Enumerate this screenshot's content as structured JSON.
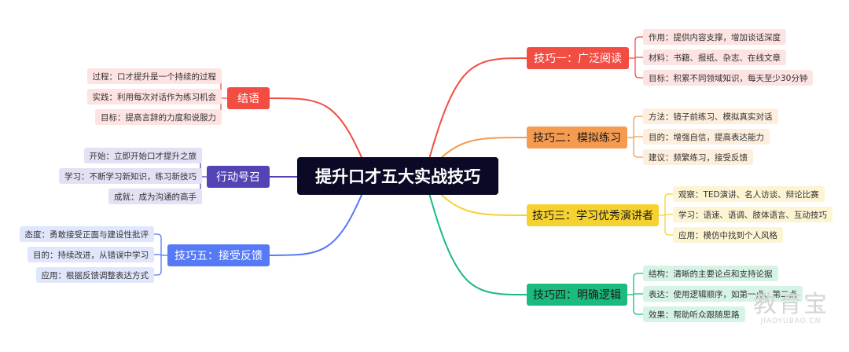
{
  "center": {
    "label": "提升口才五大实战技巧"
  },
  "branches": [
    {
      "id": "b1",
      "label": "技巧一：广泛阅读",
      "color": "#f24d43",
      "leafBg": "#fde3e2",
      "textColor": "#ffffff",
      "leaves": [
        "作用：提供内容支撑，增加谈话深度",
        "材料：书籍、报纸、杂志、在线文章",
        "目标：积累不同领域知识，每天至少30分钟"
      ]
    },
    {
      "id": "b2",
      "label": "技巧二：模拟练习",
      "color": "#f59b50",
      "leafBg": "#fdeedd",
      "textColor": "#1a1a1a",
      "leaves": [
        "方法：镜子前练习、模拟真实对话",
        "目的：增强自信，提高表达能力",
        "建议：频繁练习，接受反馈"
      ]
    },
    {
      "id": "b3",
      "label": "技巧三：学习优秀演讲者",
      "color": "#f6d230",
      "leafBg": "#fdf4d3",
      "textColor": "#1a1a1a",
      "leaves": [
        "观察：TED演讲、名人访谈、辩论比赛",
        "学习：语速、语调、肢体语言、互动技巧",
        "应用：模仿中找到个人风格"
      ]
    },
    {
      "id": "b4",
      "label": "技巧四：明确逻辑",
      "color": "#1bbb7e",
      "leafBg": "#d6f4e6",
      "textColor": "#1a1a1a",
      "leaves": [
        "结构：清晰的主要论点和支持论据",
        "表达：使用逻辑顺序，如第一点、第二点",
        "效果：帮助听众跟随思路"
      ]
    },
    {
      "id": "b5",
      "label": "技巧五：接受反馈",
      "color": "#5679f6",
      "leafBg": "#e0e6fc",
      "textColor": "#ffffff",
      "leaves": [
        "态度：勇敢接受正面与建设性批评",
        "目的：持续改进，从错误中学习",
        "应用：根据反馈调整表达方式"
      ]
    },
    {
      "id": "b6",
      "label": "行动号召",
      "color": "#5244b5",
      "leafBg": "#e3e1f4",
      "textColor": "#ffffff",
      "leaves": [
        "开始：立即开始口才提升之旅",
        "学习：不断学习新知识，练习新技巧",
        "成就：成为沟通的高手"
      ]
    },
    {
      "id": "b7",
      "label": "结语",
      "color": "#f24d43",
      "leafBg": "#fde3e2",
      "textColor": "#ffffff",
      "leaves": [
        "过程：口才提升是一个持续的过程",
        "实践：利用每次对话作为练习机会",
        "目标：提高言辞的力度和说服力"
      ]
    }
  ],
  "watermark": {
    "main": "教育宝",
    "sub": "JIAOYUBAO.CN"
  }
}
